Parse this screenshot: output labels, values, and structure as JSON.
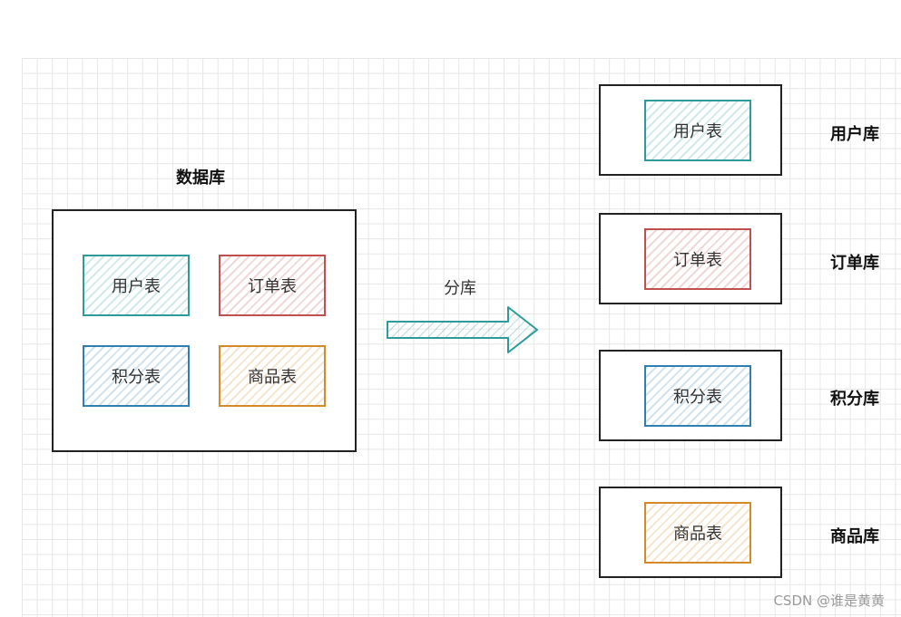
{
  "source": {
    "title": "数据库",
    "tables": [
      {
        "name": "用户表",
        "color": "#2e9a9a"
      },
      {
        "name": "订单表",
        "color": "#c0504d"
      },
      {
        "name": "积分表",
        "color": "#2f7fb0"
      },
      {
        "name": "商品表",
        "color": "#d58a2a"
      }
    ]
  },
  "arrow": {
    "label": "分库",
    "color": "#2e9a9a"
  },
  "targets": [
    {
      "db_label": "用户库",
      "table": "用户表",
      "color": "#2e9a9a"
    },
    {
      "db_label": "订单库",
      "table": "订单表",
      "color": "#c0504d"
    },
    {
      "db_label": "积分库",
      "table": "积分表",
      "color": "#2f7fb0"
    },
    {
      "db_label": "商品库",
      "table": "商品表",
      "color": "#d58a2a"
    }
  ],
  "watermark": "CSDN @谁是黄黄"
}
